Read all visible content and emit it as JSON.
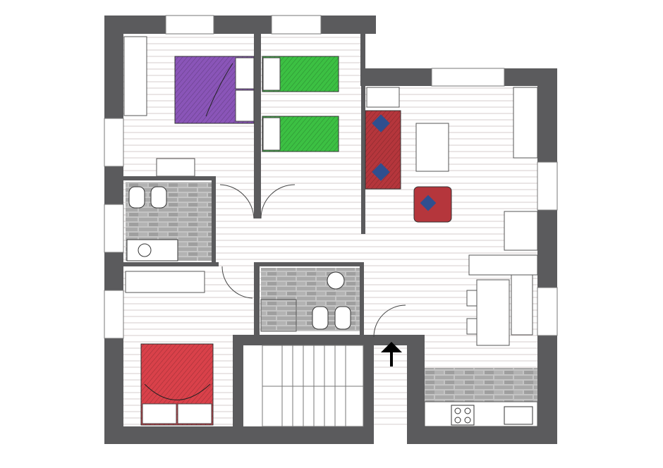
{
  "colors": {
    "wall": "#5b5b5d",
    "floor_line": "#d9cfcf",
    "tile": "#b8b8b8",
    "bed_purple": "#8a55b8",
    "bed_green": "#3cc043",
    "bed_red": "#d9414a",
    "sofa_red": "#b5363c",
    "pillow_blue": "#2f4f8f"
  },
  "rooms": [
    {
      "id": "bedroom-double-top",
      "bed_color": "purple"
    },
    {
      "id": "bedroom-twin",
      "bed_color": "green"
    },
    {
      "id": "living-room"
    },
    {
      "id": "bathroom-left"
    },
    {
      "id": "bathroom-center"
    },
    {
      "id": "bedroom-double-bottom",
      "bed_color": "red"
    },
    {
      "id": "kitchen"
    },
    {
      "id": "stairwell"
    }
  ]
}
